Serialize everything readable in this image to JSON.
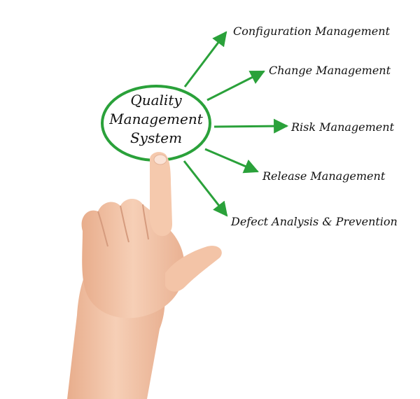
{
  "diagram": {
    "center": {
      "lines": [
        "Quality",
        "Management",
        "System"
      ]
    },
    "branches": [
      {
        "label": "Configuration Management"
      },
      {
        "label": "Change Management"
      },
      {
        "label": "Risk Management"
      },
      {
        "label": "Release Management"
      },
      {
        "label": "Defect Analysis & Prevention"
      }
    ],
    "colors": {
      "accent": "#2aa13a",
      "text": "#111111",
      "skin": "#f1c3a6",
      "background": "#ffffff"
    }
  }
}
